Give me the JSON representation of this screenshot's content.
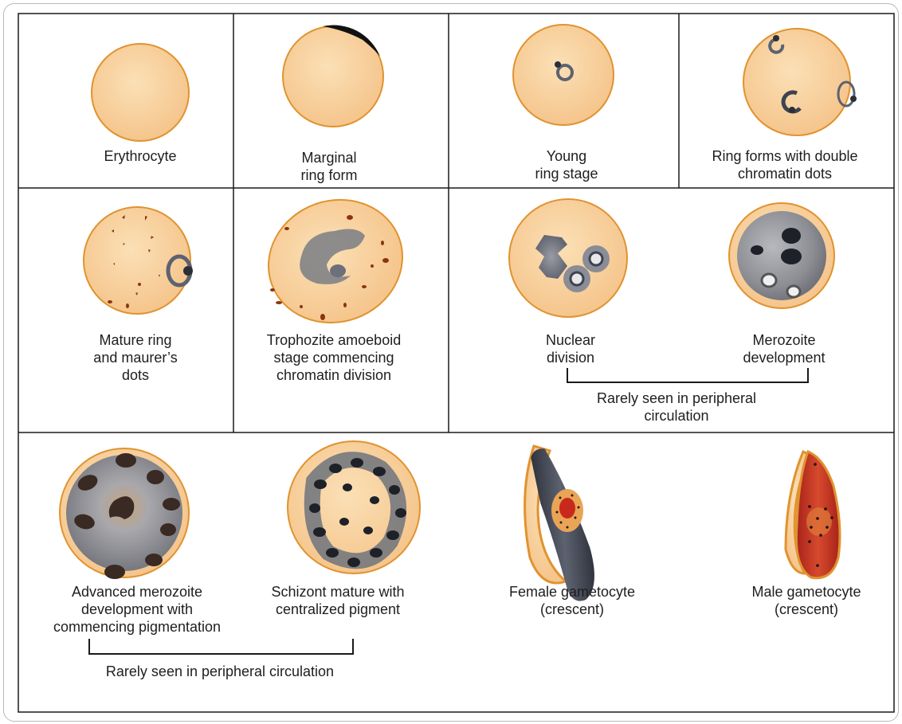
{
  "row1": {
    "erythrocyte": [
      "Erythrocyte"
    ],
    "marginal": [
      "Marginal",
      "ring form"
    ],
    "young": [
      "Young",
      "ring stage"
    ],
    "double": [
      "Ring forms with double",
      "chromatin dots"
    ]
  },
  "row2": {
    "mature": [
      "Mature ring",
      "and maurer’s",
      "dots"
    ],
    "trophozoite": [
      "Trophozite amoeboid",
      "stage commencing",
      "chromatin division"
    ],
    "nuclear": [
      "Nuclear",
      "division"
    ],
    "merozoite": [
      "Merozoite",
      "development"
    ],
    "rarely": [
      "Rarely seen in peripheral",
      "circulation"
    ]
  },
  "row3": {
    "advanced": [
      "Advanced merozoite",
      "development with",
      "commencing pigmentation"
    ],
    "schizont": [
      "Schizont mature with",
      "centralized pigment"
    ],
    "female": [
      "Female gametocyte",
      "(crescent)"
    ],
    "male": [
      "Male gametocyte",
      "(crescent)"
    ],
    "rarely": [
      "Rarely seen in peripheral circulation"
    ]
  },
  "colors": {
    "cell_fill": "#f8d09c",
    "cell_border": "#e0932f",
    "parasite_gray": "#5c6270",
    "chromatin": "#2d2f38",
    "maurer_dots": "#8b3510",
    "gametocyte_red": "#c8291c",
    "gametocyte_dark": "#3e4350"
  }
}
